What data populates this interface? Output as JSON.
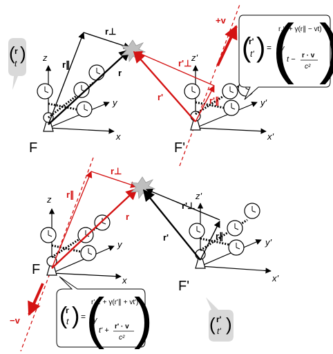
{
  "colors": {
    "red": "#d41313",
    "black": "#000000",
    "bubble_fill": "#d9d9d9",
    "burst": "#bfbfbf",
    "axis": "#000000"
  },
  "top": {
    "frame_F": "F",
    "frame_Fp": "F'",
    "axis_x": "x",
    "axis_y": "y",
    "axis_z": "z",
    "axis_xp": "x'",
    "axis_yp": "y'",
    "axis_zp": "z'",
    "vec_r": "r",
    "vec_r_par": "r∥",
    "vec_r_perp": "r⊥",
    "vec_rp": "r'",
    "vec_rp_par": "r'∥",
    "vec_rp_perp": "r'⊥",
    "velocity": "+v",
    "bubble_left_r": "r",
    "bubble_left_t": "t",
    "box_lhs_r": "r'",
    "box_lhs_t": "t'",
    "box_eq": "=",
    "box_row1": "r⊥ + γ(r∥ − vt)",
    "box_row2_gamma": "γ",
    "box_row2_t": "t −",
    "box_row2_num": "r · v",
    "box_row2_den": "c²"
  },
  "bottom": {
    "frame_F": "F",
    "frame_Fp": "F'",
    "axis_x": "x",
    "axis_y": "y",
    "axis_z": "z",
    "axis_xp": "x'",
    "axis_yp": "y'",
    "axis_zp": "z'",
    "vec_r": "r",
    "vec_r_par": "r∥",
    "vec_r_perp": "r⊥",
    "vec_rp": "r'",
    "vec_rp_par": "r∥",
    "vec_rp_perp": "r'⊥",
    "velocity": "−v",
    "box_lhs_r": "r",
    "box_lhs_t": "t",
    "box_eq": "=",
    "box_row1": "r'⊥ + γ(r'∥ + vt')",
    "box_row2_gamma": "γ",
    "box_row2_t": "t' +",
    "box_row2_num": "r' · v",
    "box_row2_den": "c²",
    "bubble_right_r": "r'",
    "bubble_right_t": "t'"
  }
}
